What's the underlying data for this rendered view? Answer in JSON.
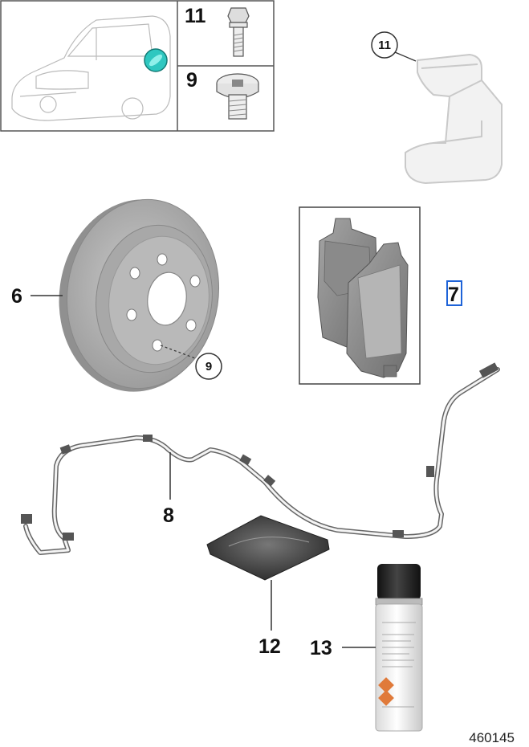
{
  "thumbnails": {
    "bolt_number": "11",
    "screw_number": "9"
  },
  "callouts": {
    "caliper_carrier": "11",
    "disc": "6",
    "disc_screw": "9",
    "brake_pads": "7",
    "wear_sensor": "8",
    "grease_pouch": "12",
    "spray_can": "13"
  },
  "diagram_number": "460145",
  "colors": {
    "line": "#333333",
    "accent_selected": "#1e63d8",
    "car_marker": "#2fc7c0",
    "part_gray": "#a9a9a9",
    "pad_gray": "#8f8f8f"
  }
}
